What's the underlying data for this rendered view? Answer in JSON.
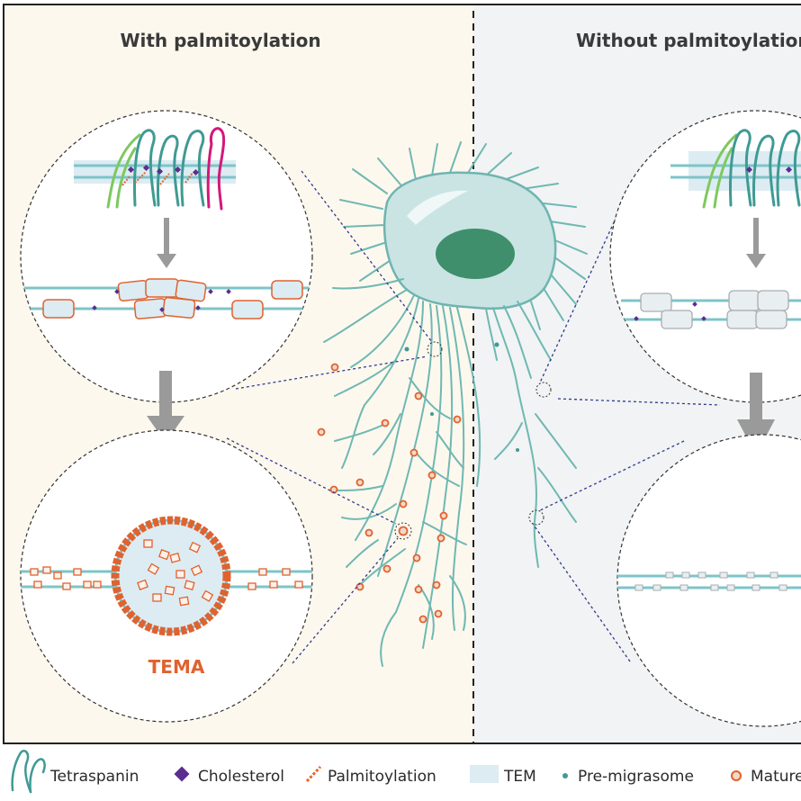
{
  "panels": {
    "left_title": "With palmitoylation",
    "right_title": "Without palmitoylation"
  },
  "labels": {
    "tema": "TEMA"
  },
  "legend": {
    "tetraspanin": "Tetraspanin",
    "cholesterol": "Cholesterol",
    "palmitoylation": "Palmitoylation",
    "tem": "TEM",
    "pre_migrasome": "Pre-migrasome",
    "mature_migrasome": "Mature migrasome"
  },
  "colors": {
    "left_bg": "#fdf8ee",
    "right_bg": "#f1f3f4",
    "membrane": "#7ec4c8",
    "cell_fill": "#c9e4e3",
    "cell_stroke": "#6fb4b0",
    "nucleus": "#3f8f6d",
    "retraction_fiber": "#6fb8b2",
    "tetraspanin_green": "#7ec860",
    "tetraspanin_teal": "#3f9a94",
    "tetraspanin_magenta": "#d4187a",
    "cholesterol": "#5b2d8e",
    "palmitoylation": "#e8652c",
    "tema_orange": "#e0622f",
    "tem_fill": "#dcecf2",
    "arrow_gray": "#9a9a9a",
    "dashed_line": "#2f3a8f"
  }
}
